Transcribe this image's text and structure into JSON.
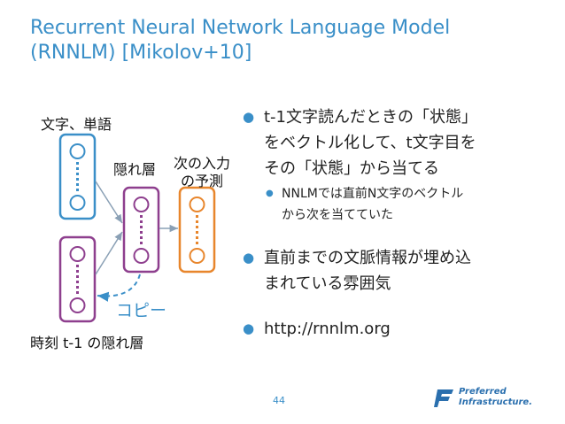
{
  "title": {
    "line1": "Recurrent Neural Network Language Model",
    "line2": "(RNNLM) [Mikolov+10]"
  },
  "diagram": {
    "label_input": "文字、単語",
    "label_hidden": "隠れ層",
    "label_output_line1": "次の入力",
    "label_output_line2": "の予測",
    "label_copy": "コピー",
    "label_prev_hidden": "時刻 t-1 の隠れ層"
  },
  "bullets": [
    {
      "lines": [
        "t-1文字読んだときの「状態」",
        "をベクトル化して、t文字目を",
        "その「状態」から当てる"
      ],
      "sub": [
        "NNLMでは直前N文字のベクトル",
        "から次を当てていた"
      ]
    },
    {
      "lines": [
        "直前までの文脈情報が埋め込",
        "まれている雰囲気"
      ]
    },
    {
      "lines": [
        "http://rnnlm.org"
      ]
    }
  ],
  "page_number": "44",
  "logo": {
    "line1": "Preferred",
    "line2": "Infrastructure."
  },
  "colors": {
    "accent": "#3a8fc8",
    "output_node": "#e8862c",
    "hidden_node": "#8e3f8e",
    "input_node": "#3a8fc8"
  }
}
